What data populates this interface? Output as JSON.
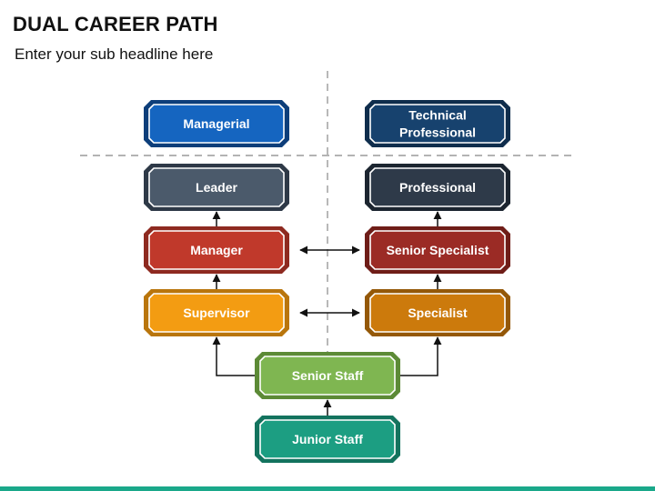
{
  "title": "DUAL CAREER PATH",
  "subtitle": "Enter your sub headline here",
  "colors": {
    "accent_bar": "#1aa88a",
    "divider": "#9a9a9a",
    "arrow": "#111111"
  },
  "boxes": [
    {
      "id": "managerial",
      "label": [
        "Managerial"
      ],
      "fill": "#1565C0",
      "border": "#0D3E7A"
    },
    {
      "id": "technical-professional",
      "label": [
        "Technical",
        "Professional"
      ],
      "fill": "#17426E",
      "border": "#0F2D4C"
    },
    {
      "id": "leader",
      "label": [
        "Leader"
      ],
      "fill": "#4B5A6B",
      "border": "#2E3947"
    },
    {
      "id": "professional",
      "label": [
        "Professional"
      ],
      "fill": "#2E3A49",
      "border": "#1C2530"
    },
    {
      "id": "manager",
      "label": [
        "Manager"
      ],
      "fill": "#C0392B",
      "border": "#8E2A20"
    },
    {
      "id": "senior-specialist",
      "label": [
        "Senior Specialist"
      ],
      "fill": "#9B2B25",
      "border": "#6F1D18"
    },
    {
      "id": "supervisor",
      "label": [
        "Supervisor"
      ],
      "fill": "#F39C12",
      "border": "#B9750C"
    },
    {
      "id": "specialist",
      "label": [
        "Specialist"
      ],
      "fill": "#CC7A0C",
      "border": "#945808"
    },
    {
      "id": "senior-staff",
      "label": [
        "Senior Staff"
      ],
      "fill": "#7FB651",
      "border": "#5C8A36"
    },
    {
      "id": "junior-staff",
      "label": [
        "Junior Staff"
      ],
      "fill": "#1C9E82",
      "border": "#13735E"
    }
  ]
}
